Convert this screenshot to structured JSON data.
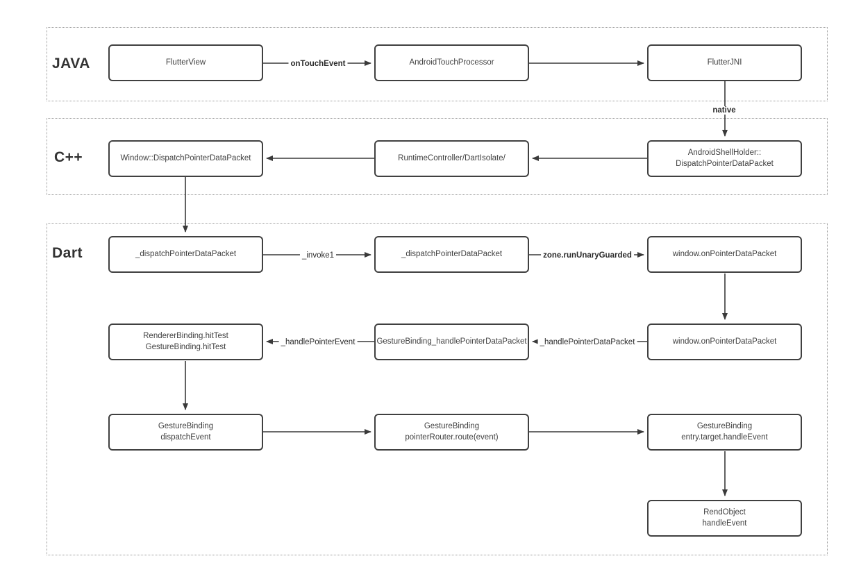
{
  "sections": {
    "java": {
      "label": "JAVA"
    },
    "cpp": {
      "label": "C++"
    },
    "dart": {
      "label": "Dart"
    }
  },
  "nodes": {
    "flutter_view": {
      "label": "FlutterView"
    },
    "android_touch_processor": {
      "label": "AndroidTouchProcessor"
    },
    "flutter_jni": {
      "label": "FlutterJNI"
    },
    "window_dispatch": {
      "label": "Window::DispatchPointerDataPacket"
    },
    "runtime_controller": {
      "label": "RuntimeController/DartIsolate/"
    },
    "android_shell_holder": {
      "label": "AndroidShellHolder::\nDispatchPointerDataPacket"
    },
    "dispatch_packet_1": {
      "label": "_dispatchPointerDataPacket"
    },
    "dispatch_packet_2": {
      "label": "_dispatchPointerDataPacket"
    },
    "window_on_pointer_1": {
      "label": "window.onPointerDataPacket"
    },
    "renderer_hit_test": {
      "label": "RendererBinding.hitTest\nGestureBinding.hitTest"
    },
    "gesture_handle_packet": {
      "label": "GestureBinding_handlePointerDataPacket"
    },
    "window_on_pointer_2": {
      "label": "window.onPointerDataPacket"
    },
    "gesture_dispatch_event": {
      "label": "GestureBinding\ndispatchEvent"
    },
    "gesture_pointer_router": {
      "label": "GestureBinding\npointerRouter.route(event)"
    },
    "gesture_entry_target": {
      "label": "GestureBinding\nentry.target.handleEvent"
    },
    "rend_object": {
      "label": "RendObject\nhandleEvent"
    }
  },
  "edge_labels": {
    "on_touch_event": "onTouchEvent",
    "native": "native",
    "invoke1": "_invoke1",
    "zone_run_unary_guarded": "zone.runUnaryGuarded",
    "handle_pointer_data_packet": "_handlePointerDataPacket",
    "handle_pointer_event": "_handlePointerEvent"
  },
  "colors": {
    "node_border": "#404040",
    "arrow": "#3a3a3a",
    "section_border": "#9a9a9a",
    "text": "#3c3c3c"
  }
}
